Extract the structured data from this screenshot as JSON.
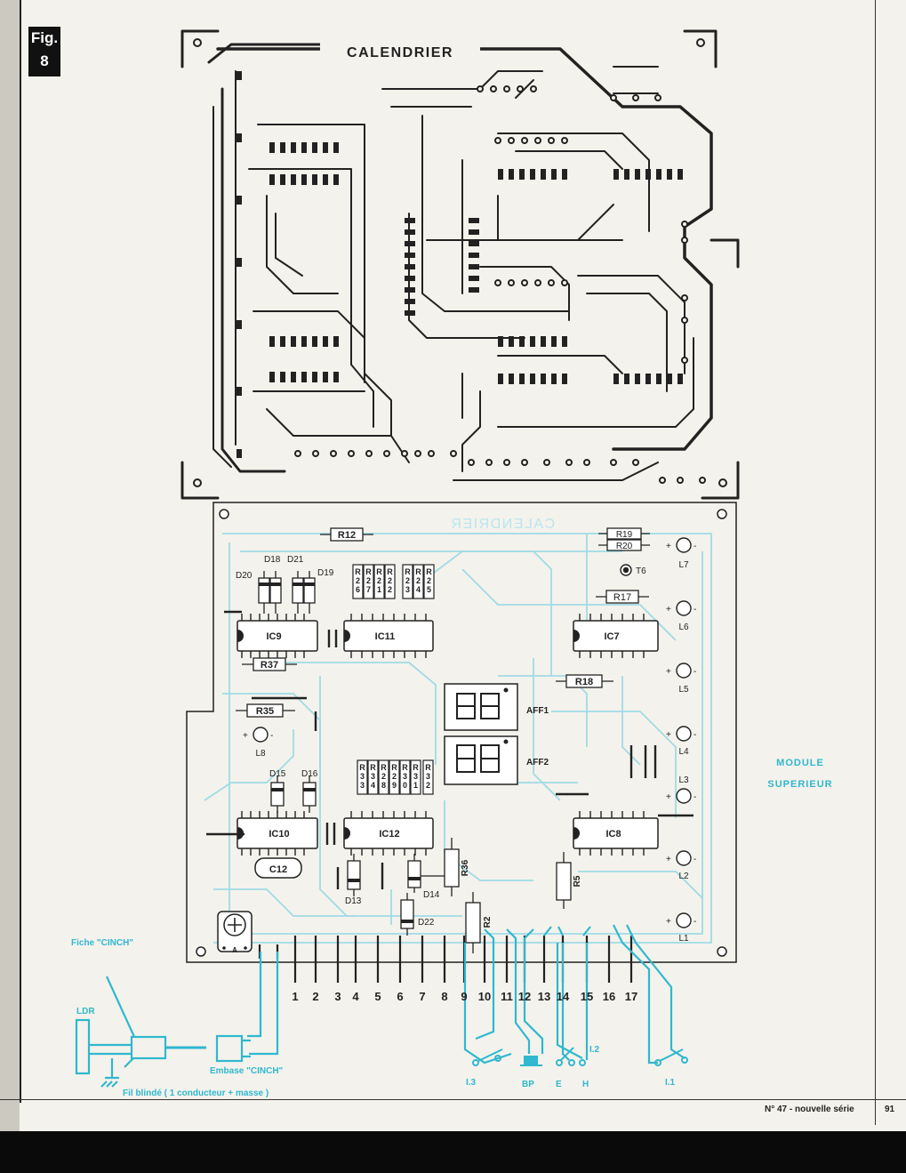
{
  "figure": {
    "label_line1": "Fig.",
    "label_line2": "8"
  },
  "copper_board": {
    "title": "CALENDRIER"
  },
  "component_board": {
    "mirror_title": "CALENDRIER",
    "chips": [
      "IC9",
      "IC11",
      "IC7",
      "IC10",
      "IC12",
      "IC8"
    ],
    "resistors": [
      "R12",
      "R19",
      "R20",
      "R17",
      "R37",
      "R35",
      "R18",
      "R36",
      "R5",
      "R2"
    ],
    "resistor_bank_top": [
      "R26",
      "R27",
      "R21",
      "R22",
      "R23",
      "R24",
      "R25"
    ],
    "resistor_bank_mid": [
      "R33",
      "R34",
      "R28",
      "R29",
      "R30",
      "R31",
      "R32"
    ],
    "diodes": [
      "D20",
      "D18",
      "D21",
      "D19",
      "D15",
      "D16",
      "D13",
      "D14",
      "D22"
    ],
    "leds": [
      "L7",
      "L6",
      "L5",
      "L4",
      "L3",
      "L2",
      "L1",
      "L8"
    ],
    "transistor": "T6",
    "capacitor": "C12",
    "displays": [
      "AFF1",
      "AFF2"
    ],
    "potentiometer": "A",
    "pins": [
      "1",
      "2",
      "3",
      "4",
      "5",
      "6",
      "7",
      "8",
      "9",
      "10",
      "11",
      "12",
      "13",
      "14",
      "15",
      "16",
      "17"
    ]
  },
  "wiring": {
    "ldr": "LDR",
    "fiche": "Fiche \"CINCH\"",
    "embase": "Embase \"CINCH\"",
    "cable": "Fil blindé ( 1 conducteur + masse )",
    "switches": [
      "I.3",
      "BP",
      "E",
      "H",
      "I.2",
      "I.1"
    ]
  },
  "side_label": {
    "line1": "MODULE",
    "line2": "SUPERIEUR"
  },
  "footer": {
    "issue": "N° 47 - nouvelle série",
    "page": "91"
  },
  "colors": {
    "trace": "#222222",
    "silkscreen": "#2fb8cf",
    "paper": "#f4f2ec"
  }
}
